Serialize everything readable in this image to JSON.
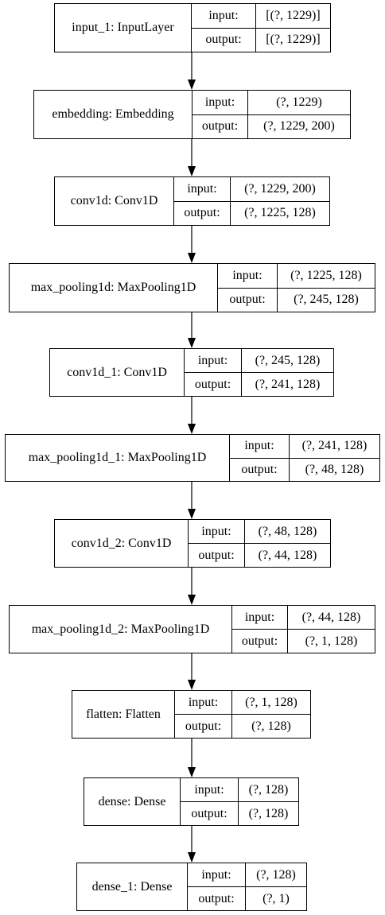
{
  "layers": [
    {
      "name": "input_1: InputLayer",
      "input": "[(?, 1229)]",
      "output": "[(?, 1229)]"
    },
    {
      "name": "embedding: Embedding",
      "input": "(?, 1229)",
      "output": "(?, 1229, 200)"
    },
    {
      "name": "conv1d: Conv1D",
      "input": "(?, 1229, 200)",
      "output": "(?, 1225, 128)"
    },
    {
      "name": "max_pooling1d: MaxPooling1D",
      "input": "(?, 1225, 128)",
      "output": "(?, 245, 128)"
    },
    {
      "name": "conv1d_1: Conv1D",
      "input": "(?, 245, 128)",
      "output": "(?, 241, 128)"
    },
    {
      "name": "max_pooling1d_1: MaxPooling1D",
      "input": "(?, 241, 128)",
      "output": "(?, 48, 128)"
    },
    {
      "name": "conv1d_2: Conv1D",
      "input": "(?, 48, 128)",
      "output": "(?, 44, 128)"
    },
    {
      "name": "max_pooling1d_2: MaxPooling1D",
      "input": "(?, 44, 128)",
      "output": "(?, 1, 128)"
    },
    {
      "name": "flatten: Flatten",
      "input": "(?, 1, 128)",
      "output": "(?, 128)"
    },
    {
      "name": "dense: Dense",
      "input": "(?, 128)",
      "output": "(?, 128)"
    },
    {
      "name": "dense_1: Dense",
      "input": "(?, 128)",
      "output": "(?, 1)"
    }
  ],
  "port_labels": {
    "input": "input:",
    "output": "output:"
  }
}
